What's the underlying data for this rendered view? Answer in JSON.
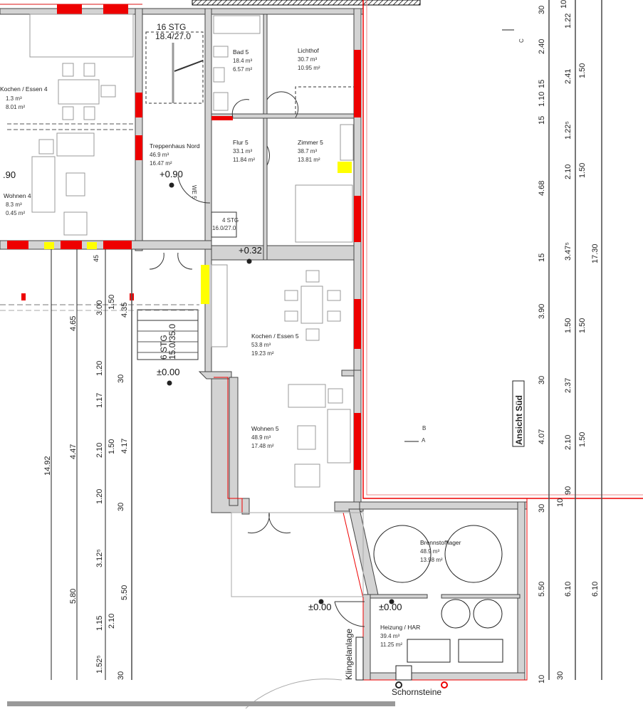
{
  "rooms": {
    "kochen4": {
      "name": "Kochen / Essen 4",
      "volume": "1.3 m³",
      "area": "8.01 m²"
    },
    "wohnen4": {
      "name": "Wohnen 4",
      "volume": "8.3 m³",
      "area": "0.45 m²"
    },
    "treppenhaus": {
      "name": "Treppenhaus Nord",
      "volume": "46.9 m³",
      "area": "16.47 m²"
    },
    "bad5": {
      "name": "Bad 5",
      "volume": "18.4 m³",
      "area": "6.57 m²"
    },
    "lichthof": {
      "name": "Lichthof",
      "volume": "30.7 m³",
      "area": "10.95 m²"
    },
    "flur5": {
      "name": "Flur 5",
      "volume": "33.1 m³",
      "area": "11.84 m²"
    },
    "zimmer5": {
      "name": "Zimmer 5",
      "volume": "38.7 m³",
      "area": "13.81 m²"
    },
    "kochen5": {
      "name": "Kochen / Essen 5",
      "volume": "53.8 m³",
      "area": "19.23 m²"
    },
    "wohnen5": {
      "name": "Wohnen 5",
      "volume": "48.9 m³",
      "area": "17.48 m²"
    },
    "brennstoff": {
      "name": "Brennstofflager",
      "volume": "48.9 m³",
      "area": "13.98 m²"
    },
    "heizung": {
      "name": "Heizung / HAR",
      "volume": "39.4 m³",
      "area": "11.25 m²"
    }
  },
  "elevations": {
    "e1": ".90",
    "e2": "+0.90",
    "e3": "+0.32",
    "e4": "±0.00",
    "e5": "±0.00",
    "e6": "±0.00"
  },
  "stairs": {
    "north": {
      "steps": "16 STG",
      "ratio": "18.4/27.0"
    },
    "inner": {
      "steps": "4 STG",
      "ratio": "16.0/27.0"
    },
    "outer": {
      "steps": "6 STG",
      "ratio": "15.0/35.0"
    }
  },
  "labels": {
    "we5": "WE 5",
    "klingel": "Klingelanlage",
    "schornsteine": "Schornsteine",
    "ansicht": "Ansicht Süd",
    "markA": "A",
    "markB": "B",
    "markC": "C"
  },
  "dims_left": {
    "a": [
      "14.92"
    ],
    "b": [
      "4.65",
      "4.47",
      "5.80"
    ],
    "c": [
      "45",
      "3.00",
      "1.20",
      "1.17",
      "2.10",
      "1.20",
      "3.12⁵",
      "1.15",
      "1.52⁵"
    ],
    "c2": [
      "1.50",
      "1.50",
      "2.10"
    ],
    "d": [
      "4.35",
      "30",
      "4.17",
      "30",
      "5.50",
      "30"
    ]
  },
  "dims_right": {
    "a": [
      "30",
      "2.40",
      "15",
      "1.10",
      "15",
      "4.68",
      "15",
      "3.90",
      "30",
      "4.07",
      "30",
      "5.50",
      "10"
    ],
    "b": [
      "10",
      "1.22",
      "2.41",
      "1.22⁵",
      "2.10",
      "3.47⁵",
      "1.50",
      "2.37",
      "2.10",
      "90",
      "6.10",
      "30"
    ],
    "b2": [
      "1.50",
      "1.50",
      "1.50",
      "1.50",
      "10"
    ],
    "c": [
      "17.30",
      "6.10"
    ]
  }
}
